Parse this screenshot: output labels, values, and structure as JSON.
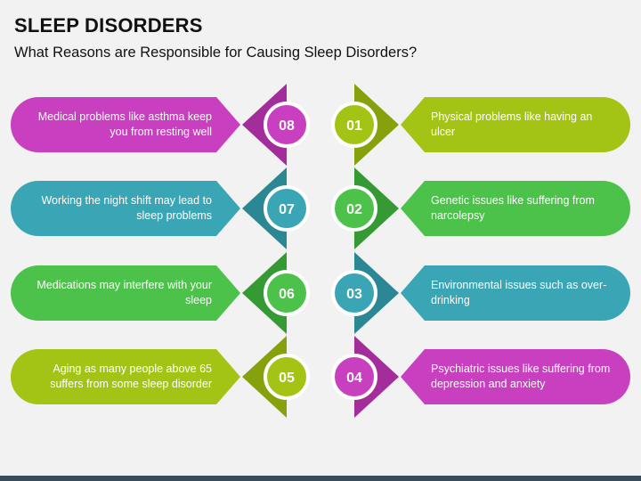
{
  "header": {
    "title": "SLEEP DISORDERS",
    "subtitle": "What Reasons are Responsible for Causing Sleep Disorders?"
  },
  "colors": {
    "magenta": "#c83fbf",
    "magenta_dark": "#a32d9b",
    "teal": "#3aa6b5",
    "teal_dark": "#2b8793",
    "green": "#4cc24a",
    "green_dark": "#359a34",
    "lime": "#a3c414",
    "lime_dark": "#85a10c"
  },
  "rows": [
    {
      "left": {
        "number": "08",
        "text": "Medical problems like asthma keep you from resting well",
        "color": "magenta"
      },
      "right": {
        "number": "01",
        "text": "Physical problems like having an ulcer",
        "color": "lime"
      }
    },
    {
      "left": {
        "number": "07",
        "text": "Working the night shift may lead to sleep problems",
        "color": "teal"
      },
      "right": {
        "number": "02",
        "text": "Genetic issues like suffering from narcolepsy",
        "color": "green"
      }
    },
    {
      "left": {
        "number": "06",
        "text": "Medications may interfere with your sleep",
        "color": "green"
      },
      "right": {
        "number": "03",
        "text": "Environmental issues such as over-drinking",
        "color": "teal"
      }
    },
    {
      "left": {
        "number": "05",
        "text": "Aging as many people above 65 suffers from some sleep disorder",
        "color": "lime"
      },
      "right": {
        "number": "04",
        "text": "Psychiatric issues like suffering from depression and anxiety",
        "color": "magenta"
      }
    }
  ]
}
